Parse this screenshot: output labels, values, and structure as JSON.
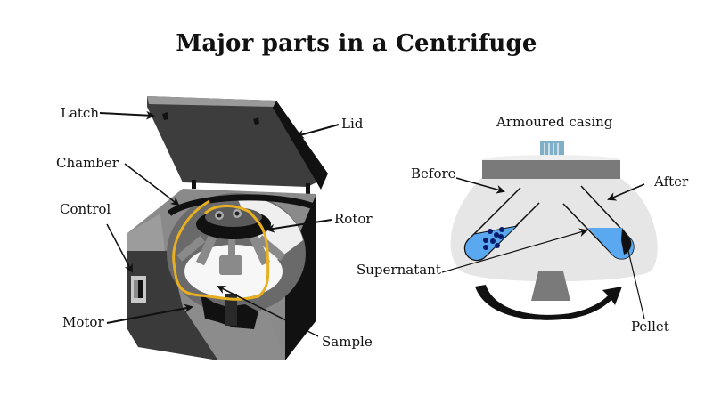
{
  "title": "Major parts in a Centrifuge",
  "left_diagram": {
    "labels": {
      "latch": "Latch",
      "lid": "Lid",
      "chamber": "Chamber",
      "rotor": "Rotor",
      "control": "Control",
      "motor": "Motor",
      "sample": "Sample"
    }
  },
  "right_diagram": {
    "labels": {
      "armoured_casing": "Armoured casing",
      "before": "Before",
      "after": "After",
      "supernatant": "Supernatant",
      "pellet": "Pellet"
    },
    "colors": {
      "liquid": "#5aa9f0",
      "particles": "#0a1a6b",
      "casing": "#e6e6e6",
      "cap": "#7a7a7a",
      "vent": "#7fb0c8"
    }
  }
}
